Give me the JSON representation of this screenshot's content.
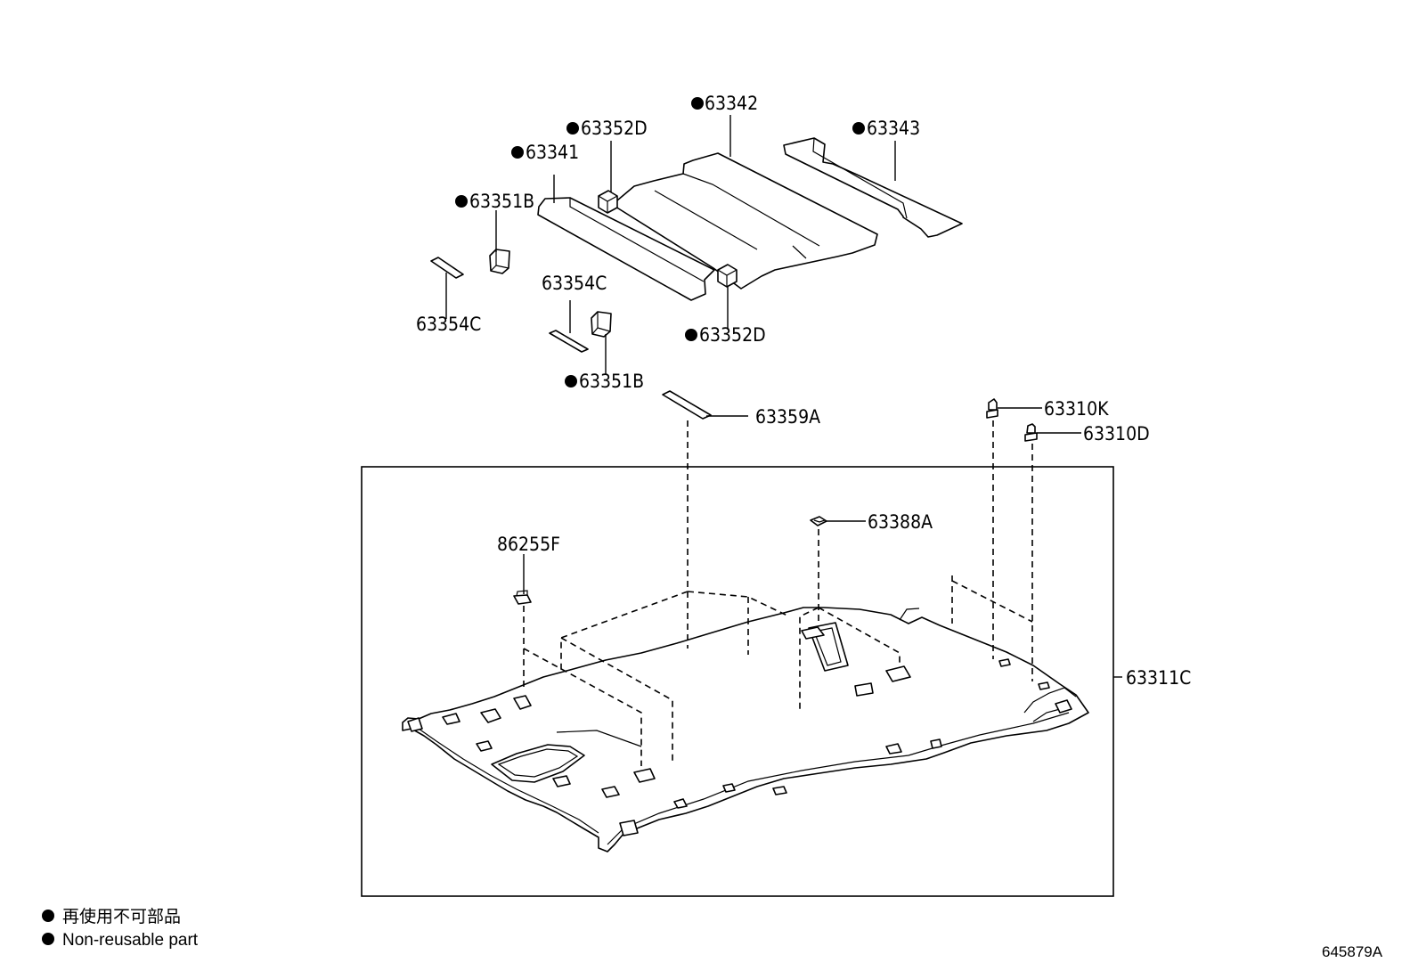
{
  "callouts": {
    "p63342": "63342",
    "p63352D_top": "63352D",
    "p63343": "63343",
    "p63341": "63341",
    "p63351B_top": "63351B",
    "p63354C_left": "63354C",
    "p63354C_mid": "63354C",
    "p63352D_bottom": "63352D",
    "p63351B_bottom": "63351B",
    "p63359A": "63359A",
    "p63310K": "63310K",
    "p63310D": "63310D",
    "p63388A": "63388A",
    "p86255F": "86255F",
    "p63311C": "63311C"
  },
  "legend": {
    "jp": "再使用不可部品",
    "en": "Non-reusable part"
  },
  "figure_number": "645879A",
  "colors": {
    "ink": "#000000",
    "paper": "#ffffff"
  },
  "icons": {
    "non_reusable_marker": "filled-circle-icon"
  }
}
